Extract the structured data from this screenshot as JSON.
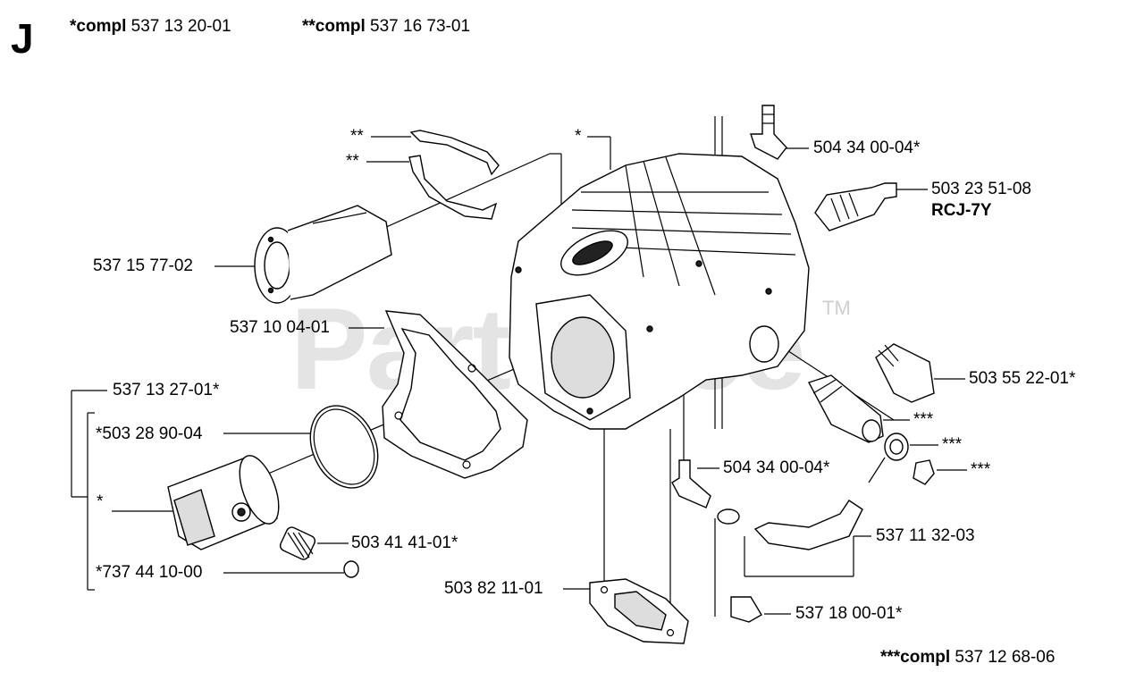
{
  "section": {
    "letter": "J"
  },
  "header": {
    "compl1": {
      "prefix": "*compl",
      "number": "537 13 20-01"
    },
    "compl2": {
      "prefix": "**compl",
      "number": "537 16 73-01"
    }
  },
  "footer": {
    "compl3": {
      "prefix": "***compl",
      "number": "537 12 68-06"
    }
  },
  "watermark": {
    "text": "PartsTree",
    "trademark": "TM"
  },
  "labels": {
    "star_top_left_1": "**",
    "star_top_left_2": "**",
    "star_cylinder": "*",
    "intake": "537 15 77-02",
    "gasket_intake": "537 10 04-01",
    "piston_kit": "537 13 27-01*",
    "piston_ring": "*503 28 90-04",
    "piston_star": "*",
    "bearing": "503 41 41-01*",
    "circlip": "*737 44 10-00",
    "base_gasket": "503 82 11-01",
    "nipple_top": "504 34 00-04*",
    "spark_plug": "503 23 51-08",
    "spark_plug_type": "RCJ-7Y",
    "decomp_valve": "503 55 22-01*",
    "triple_1": "***",
    "triple_2": "***",
    "triple_3": "***",
    "nipple_bottom": "504 34 00-04*",
    "impulse_hose": "537 11 32-03",
    "filter": "537 18 00-01*"
  },
  "icons": [
    "cylinder-icon",
    "piston-icon",
    "spark-plug-icon",
    "intake-manifold-icon",
    "gasket-icon"
  ]
}
